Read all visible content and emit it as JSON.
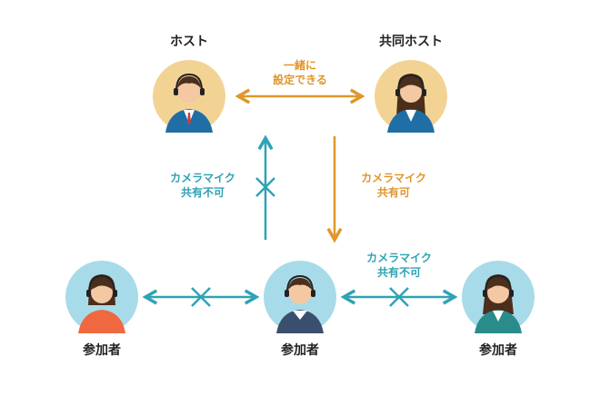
{
  "colors": {
    "teal": "#2ea3b4",
    "orange": "#e0962a",
    "host_bg": "#f2d394",
    "guest_bg": "#a8dbe9",
    "skin": "#f3c8a2",
    "hair": "#4b2e1c"
  },
  "nodes": {
    "host": {
      "label": "ホスト"
    },
    "cohost": {
      "label": "共同ホスト"
    },
    "participant_left": {
      "label": "参加者"
    },
    "participant_center": {
      "label": "参加者"
    },
    "participant_right": {
      "label": "参加者"
    }
  },
  "notes": {
    "host_cohost": "一緒に\n設定できる",
    "participant_to_host": "カメラマイク\n共有不可",
    "cohost_to_participant": "カメラマイク\n共有可",
    "participant_center_right": "カメラマイク\n共有不可"
  }
}
